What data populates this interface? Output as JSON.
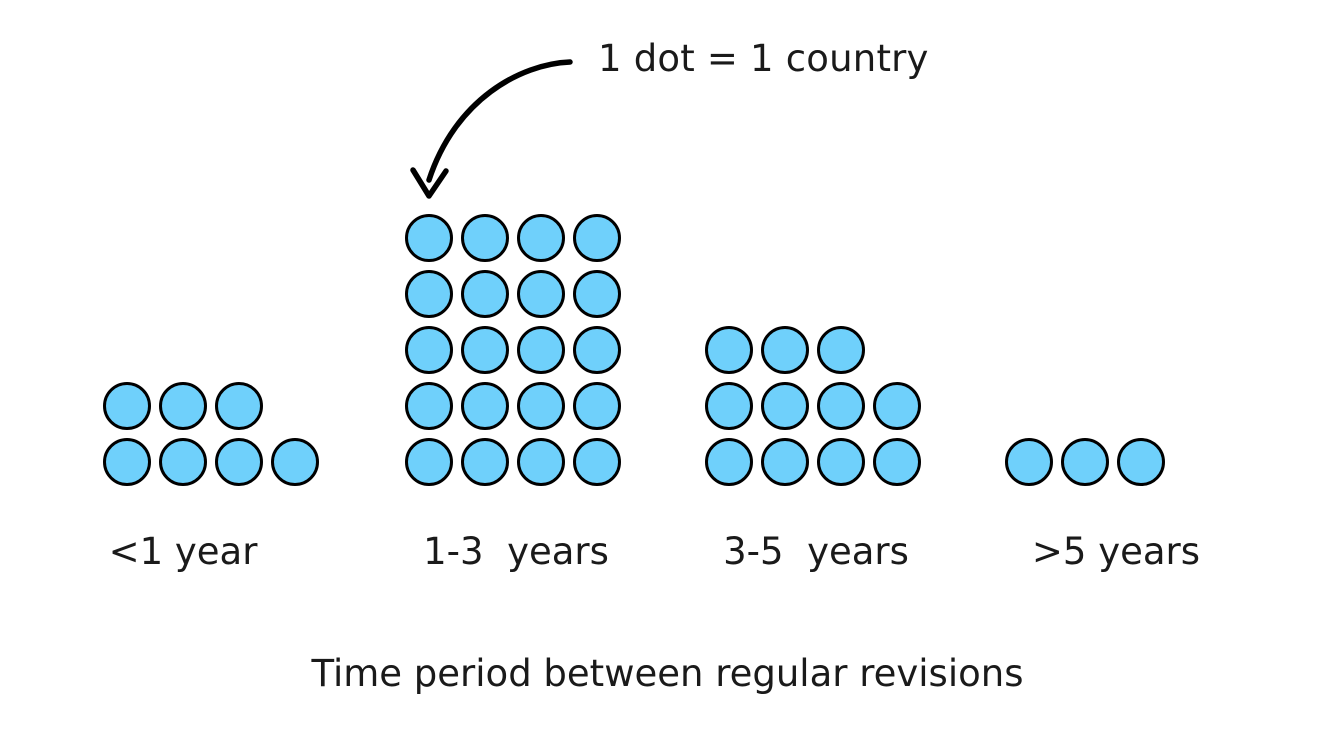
{
  "chart_data": {
    "type": "bar",
    "subtype": "dot-unit-chart",
    "title": "",
    "xlabel": "Time period between regular revisions",
    "ylabel": "",
    "unit_note": "1 dot = 1 country",
    "dot_value": 1,
    "categories": [
      "<1 year",
      "1-3  years",
      "3-5  years",
      ">5 years"
    ],
    "values": [
      7,
      20,
      11,
      3
    ],
    "series": [
      {
        "name": "Countries",
        "values": [
          7,
          20,
          11,
          3
        ]
      }
    ],
    "dot_rows": [
      [
        4,
        3
      ],
      [
        4,
        4,
        4,
        4,
        4
      ],
      [
        4,
        4,
        3
      ],
      [
        3
      ]
    ],
    "max_columns": 4,
    "grid": false,
    "legend": "none",
    "annotations": [
      {
        "text": "1 dot = 1 country",
        "points_to": "top-left dot of 1-3 years group"
      }
    ],
    "colors": {
      "dot_fill": "#6FD0FB",
      "dot_stroke": "#000000",
      "text": "#1a1a1a",
      "background": "#ffffff"
    }
  },
  "annotation": {
    "label": "1 dot = 1 country"
  },
  "axis": {
    "title": "Time period between regular revisions"
  },
  "groups": [
    {
      "label": "<1 year",
      "count": 7
    },
    {
      "label": "1-3  years",
      "count": 20
    },
    {
      "label": "3-5  years",
      "count": 11
    },
    {
      "label": ">5 years",
      "count": 3
    }
  ]
}
